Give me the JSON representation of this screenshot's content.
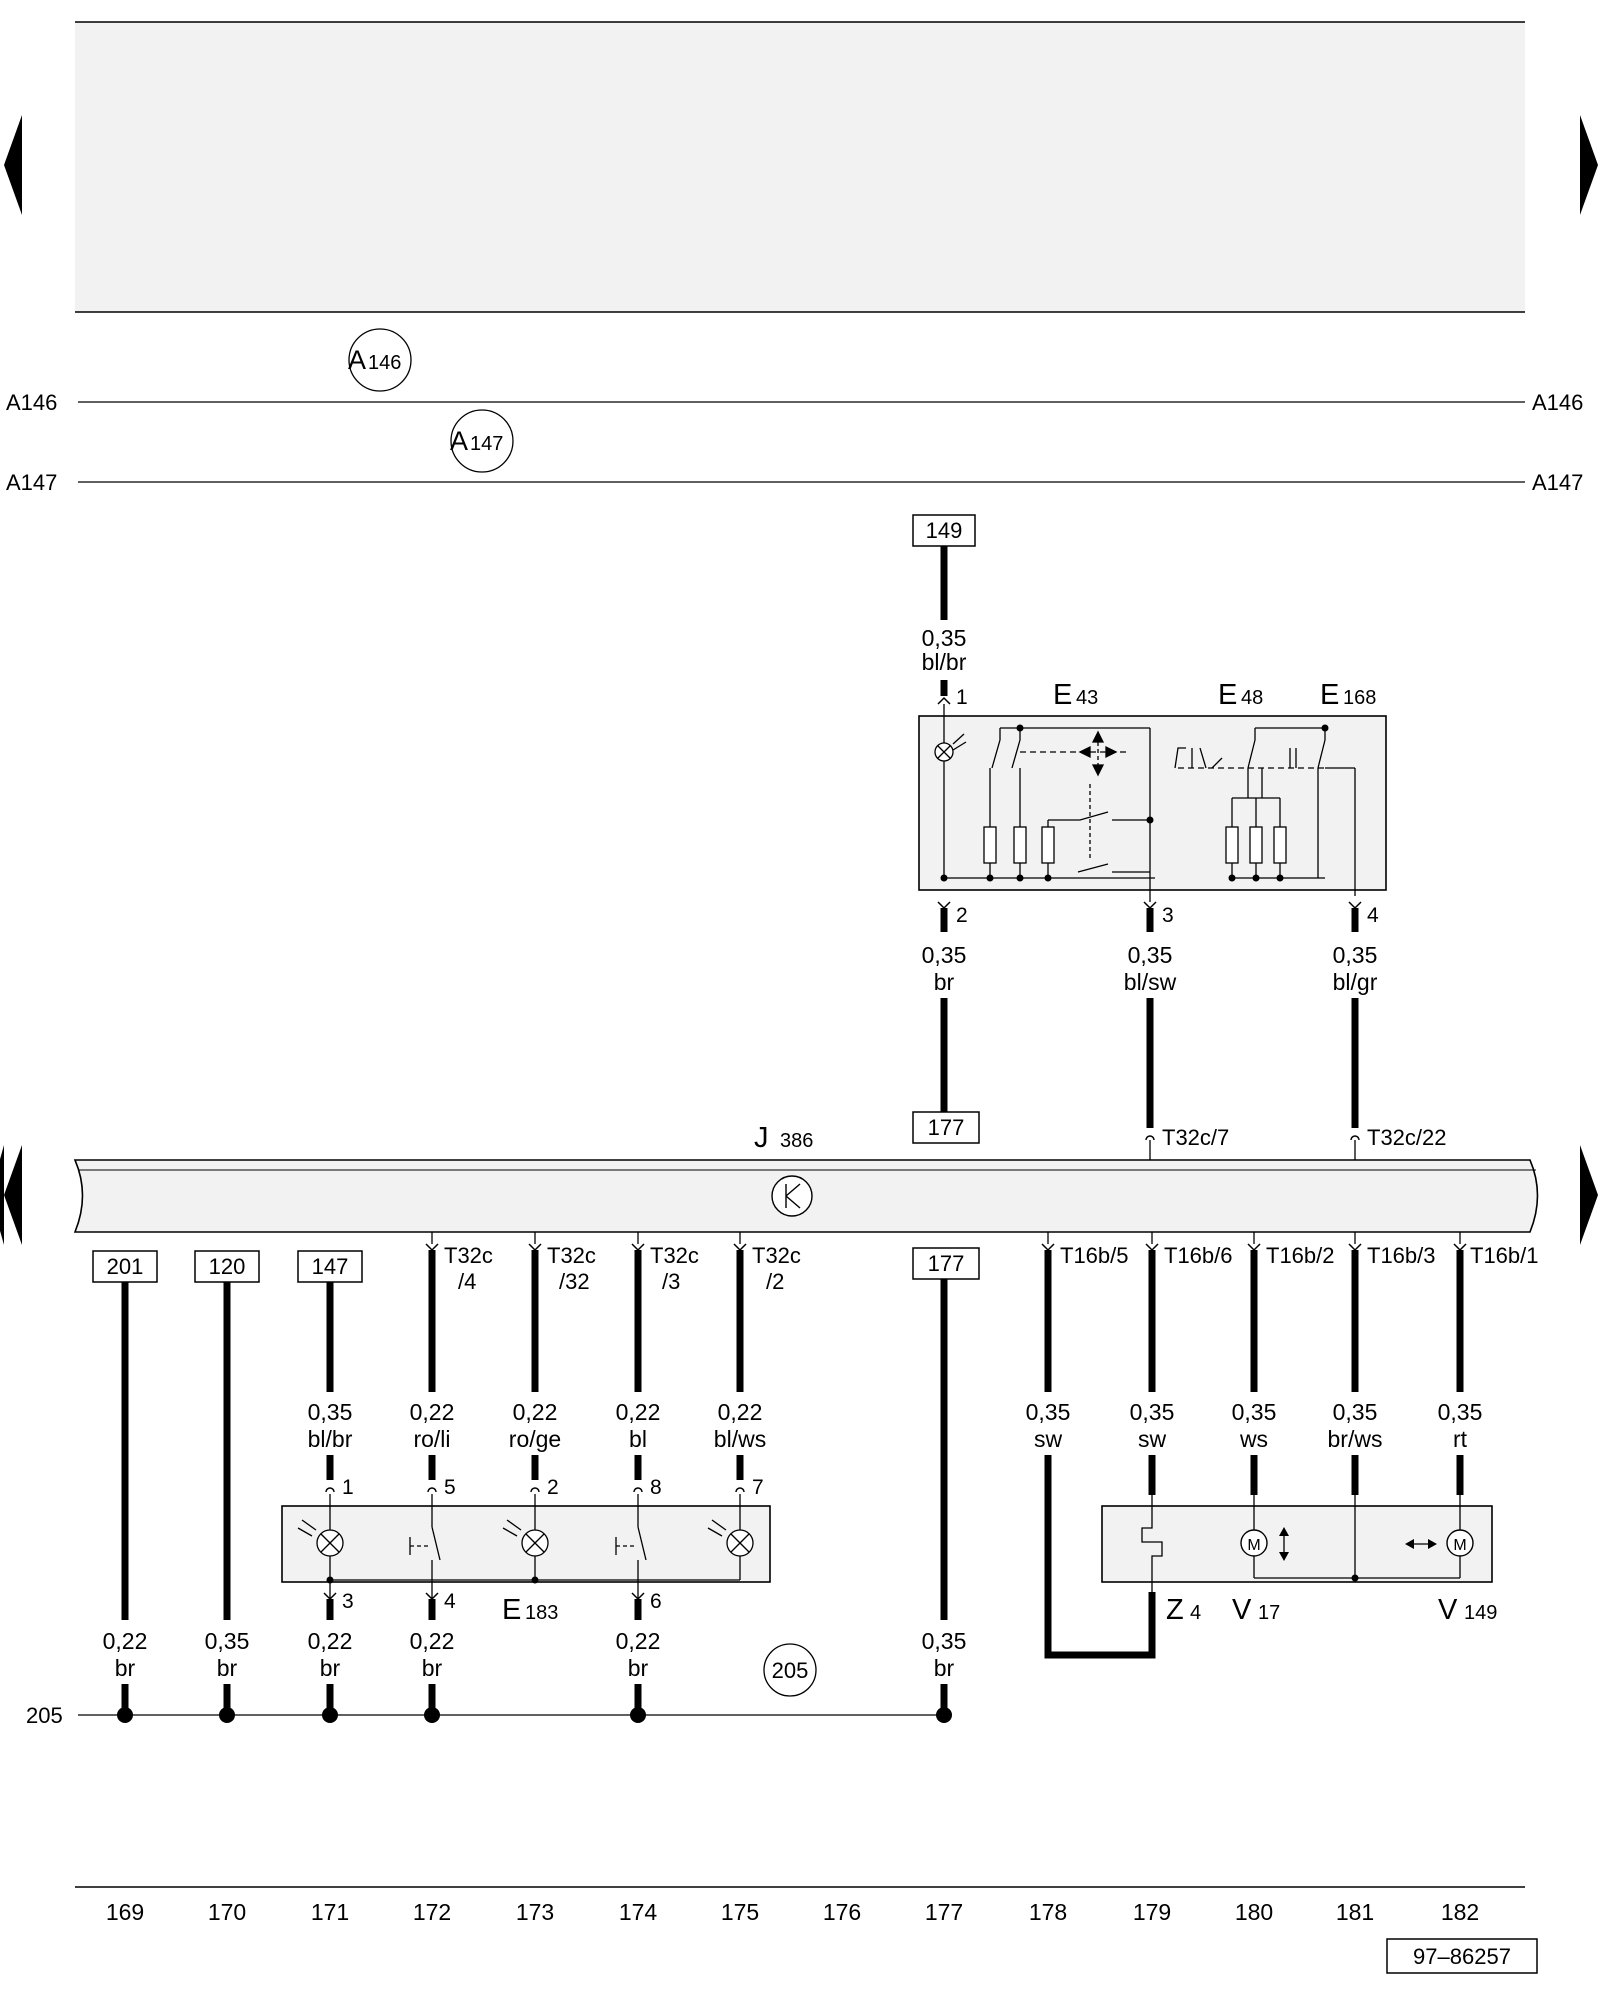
{
  "diagram_id": "97–86257",
  "nav": {
    "left_arrow_icon": "triangle-left-icon",
    "right_arrow_icon": "triangle-right-icon"
  },
  "bus_lines": [
    {
      "id": "A146",
      "label_left": "A146",
      "label_right": "A146",
      "circle_main": "A",
      "circle_sub": "146"
    },
    {
      "id": "A147",
      "label_left": "A147",
      "label_right": "A147",
      "circle_main": "A",
      "circle_sub": "147"
    }
  ],
  "ground_bus": {
    "label": "205",
    "circle_label": "205"
  },
  "control_unit": {
    "main": "J",
    "sub": "386",
    "symbol_icon": "control-unit-symbol-icon"
  },
  "switch_block": {
    "labels": [
      {
        "main": "E",
        "sub": "43"
      },
      {
        "main": "E",
        "sub": "48"
      },
      {
        "main": "E",
        "sub": "168"
      }
    ],
    "pins": [
      "1",
      "2",
      "3",
      "4"
    ]
  },
  "wires_upper": [
    {
      "ref": "149",
      "size": "0,35",
      "color": "bl/br"
    },
    {
      "ref": "177",
      "size": "0,35",
      "color": "br"
    },
    {
      "size": "0,35",
      "color": "bl/sw",
      "connector": "T32c/7"
    },
    {
      "size": "0,35",
      "color": "bl/gr",
      "connector": "T32c/22"
    }
  ],
  "wires_lower": [
    {
      "column": "169",
      "ref": "201",
      "size": "0,22",
      "color": "br"
    },
    {
      "column": "170",
      "ref": "120",
      "size": "0,35",
      "color": "br"
    },
    {
      "column": "171",
      "ref": "147",
      "size_top": "0,35",
      "color_top": "bl/br",
      "pin_top": "1",
      "pin_bottom": "3",
      "size_bottom": "0,22",
      "color_bottom": "br"
    },
    {
      "column": "172",
      "conn_a": "T32c",
      "conn_b": "/4",
      "size_top": "0,22",
      "color_top": "ro/li",
      "pin_top": "5",
      "pin_bottom": "4",
      "size_bottom": "0,22",
      "color_bottom": "br"
    },
    {
      "column": "173",
      "conn_a": "T32c",
      "conn_b": "/32",
      "size_top": "0,22",
      "color_top": "ro/ge",
      "pin_top": "2"
    },
    {
      "column": "174",
      "conn_a": "T32c",
      "conn_b": "/3",
      "size_top": "0,22",
      "color_top": "bl",
      "pin_top": "8",
      "pin_bottom": "6",
      "size_bottom": "0,22",
      "color_bottom": "br"
    },
    {
      "column": "175",
      "conn_a": "T32c",
      "conn_b": "/2",
      "size_top": "0,22",
      "color_top": "bl/ws",
      "pin_top": "7"
    },
    {
      "column": "177",
      "ref": "177",
      "size": "0,35",
      "color": "br"
    },
    {
      "column": "178",
      "connector": "T16b/5",
      "size": "0,35",
      "color": "sw"
    },
    {
      "column": "179",
      "connector": "T16b/6",
      "size": "0,35",
      "color": "sw"
    },
    {
      "column": "180",
      "connector": "T16b/2",
      "size": "0,35",
      "color": "ws"
    },
    {
      "column": "181",
      "connector": "T16b/3",
      "size": "0,35",
      "color": "br/ws"
    },
    {
      "column": "182",
      "connector": "T16b/1",
      "size": "0,35",
      "color": "rt"
    }
  ],
  "components_lower": [
    {
      "main": "E",
      "sub": "183"
    },
    {
      "main": "Z",
      "sub": "4"
    },
    {
      "main": "V",
      "sub": "17"
    },
    {
      "main": "V",
      "sub": "149"
    }
  ],
  "motor_symbol": "M",
  "columns": [
    "169",
    "170",
    "171",
    "172",
    "173",
    "174",
    "175",
    "176",
    "177",
    "178",
    "179",
    "180",
    "181",
    "182"
  ]
}
